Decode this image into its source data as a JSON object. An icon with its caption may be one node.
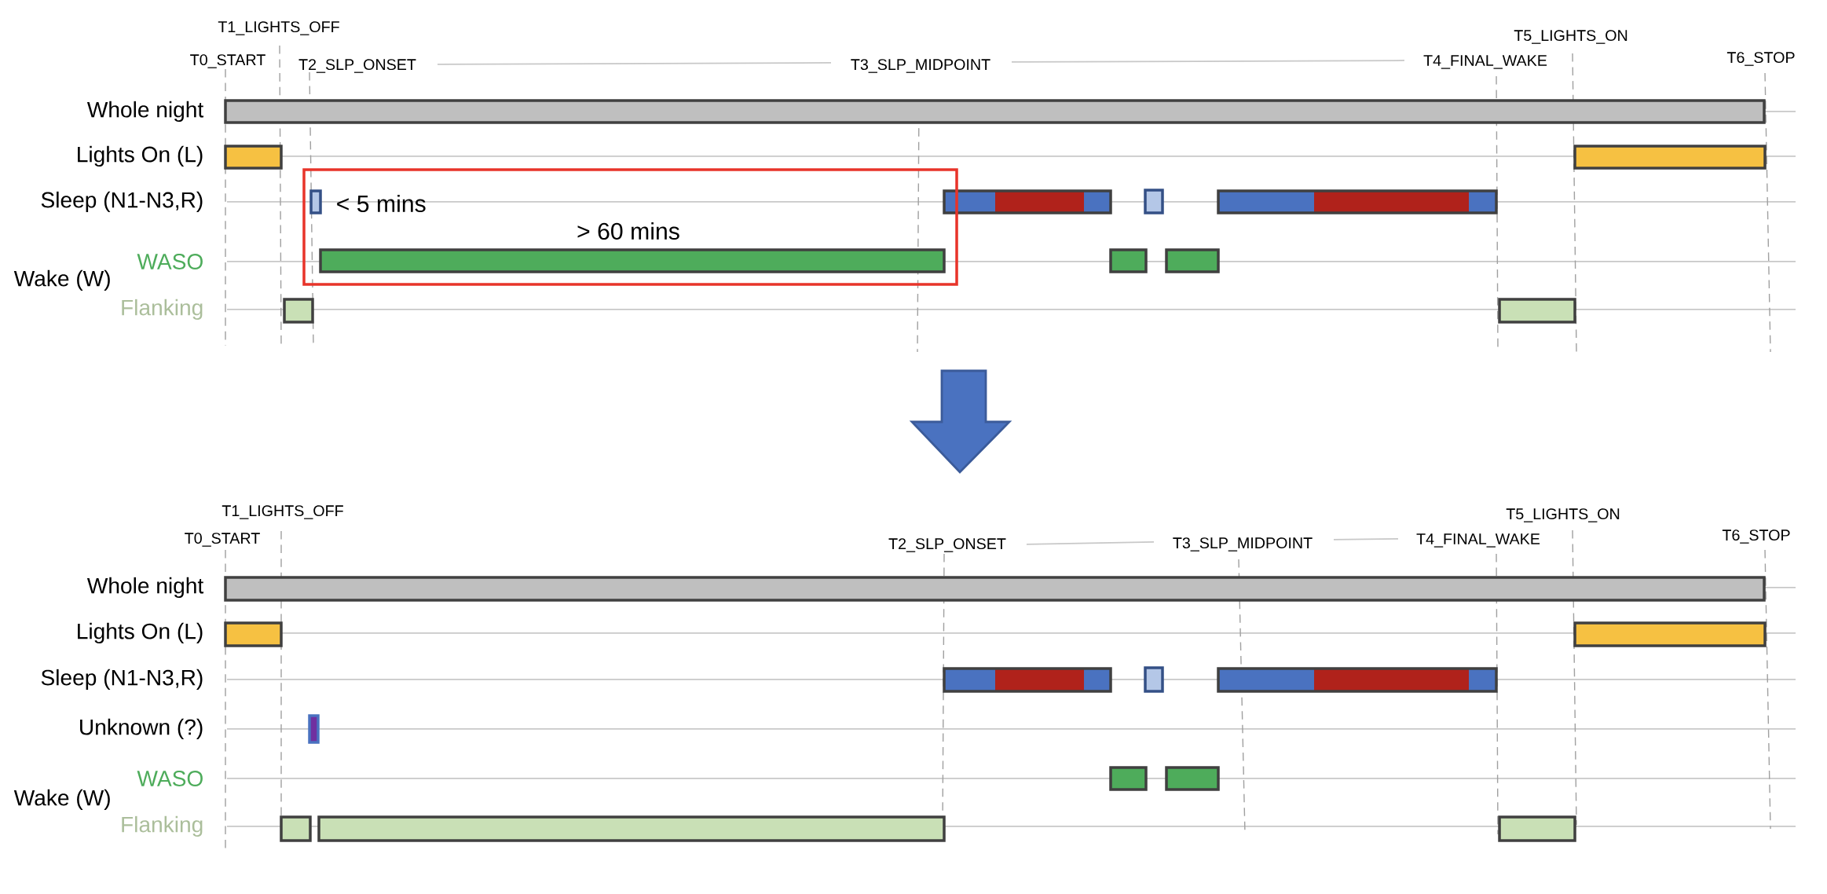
{
  "diagram": {
    "nodes": [
      {
        "text": [
          "< 5 mins",
          "> 60 mins"
        ]
      }
    ],
    "edges": [],
    "labels": [
      "T1_LIGHTS_OFF",
      "T5_LIGHTS_ON",
      "T0_START",
      "T2_SLP_ONSET",
      "T3_SLP_MIDPOINT",
      "T4_FINAL_WAKE",
      "T6_STOP",
      "Whole night",
      "Lights On (L)",
      "Sleep (N1-N3,R)",
      "WASO",
      "Wake (W)",
      "Flanking",
      "T1_LIGHTS_OFF",
      "T5_LIGHTS_ON",
      "T0_START",
      "T2_SLP_ONSET",
      "T3_SLP_MIDPOINT",
      "T4_FINAL_WAKE",
      "T6_STOP",
      "Whole night",
      "Lights On (L)",
      "Sleep (N1-N3,R)",
      "Unknown (?)",
      "WASO",
      "Wake (W)",
      "Flanking"
    ]
  }
}
